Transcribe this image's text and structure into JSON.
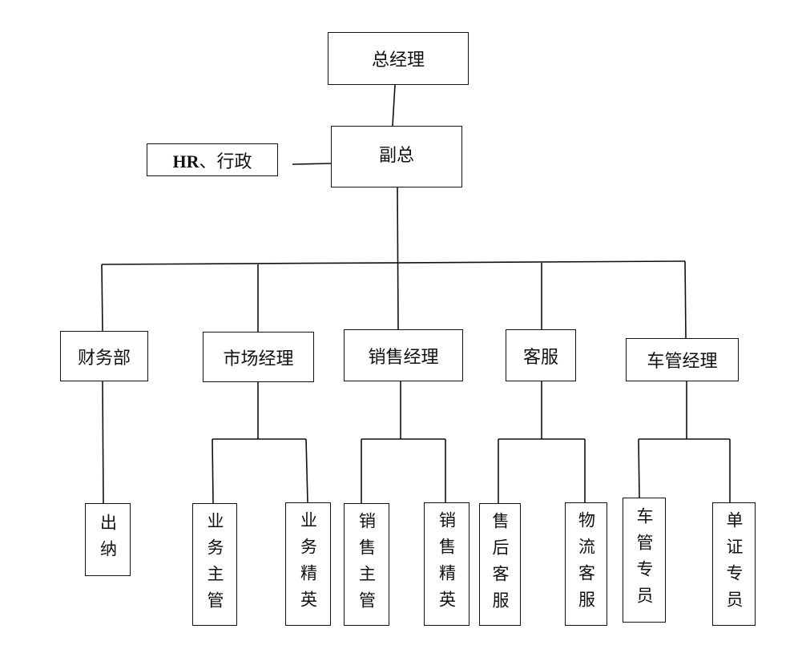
{
  "chart": {
    "ceo": "总经理",
    "deputy": "副总",
    "hr": {
      "bold": "HR",
      "rest": "、行政"
    },
    "departments": {
      "finance": "财务部",
      "marketing": "市场经理",
      "sales": "销售经理",
      "service": "客服",
      "fleet": "车管经理"
    },
    "staff": {
      "cashier": "出纳",
      "biz_supervisor": "业务主管",
      "biz_elite": "业务精英",
      "sales_supervisor": "销售主管",
      "sales_elite": "销售精英",
      "aftersales": "售后客服",
      "logistics": "物流客服",
      "fleet_specialist": "车管专员",
      "document_specialist": "单证专员"
    }
  }
}
